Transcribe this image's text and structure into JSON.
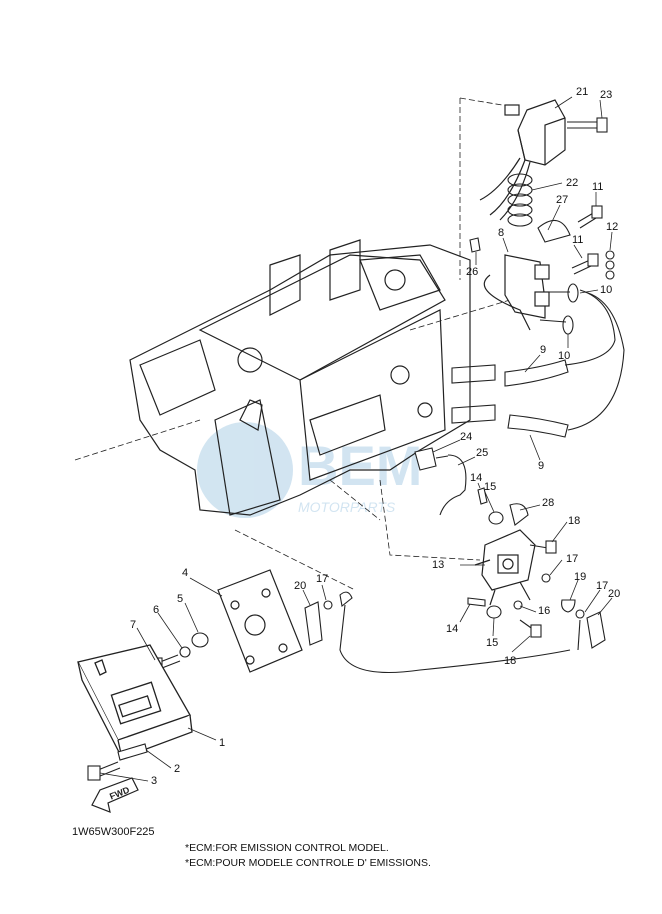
{
  "drawing_code": "1W65W300F225",
  "notes": [
    "*ECM:FOR EMISSION CONTROL MODEL.",
    "*ECM:POUR MODELE CONTROLE D' EMISSIONS."
  ],
  "fwd_label": "FWD",
  "watermark": {
    "brand": "BEM",
    "sub": "MOTORPARTS"
  },
  "callouts": {
    "c1": "1",
    "c2": "2",
    "c3": "3",
    "c4": "4",
    "c5": "5",
    "c6": "6",
    "c7": "7",
    "c8": "8",
    "c9a": "9",
    "c9b": "9",
    "c10a": "10",
    "c10b": "10",
    "c11a": "11",
    "c11b": "11",
    "c12": "12",
    "c13": "13",
    "c14a": "14",
    "c14b": "14",
    "c15a": "15",
    "c15b": "15",
    "c16": "16",
    "c17a": "17",
    "c17b": "17",
    "c17c": "17",
    "c17d": "17",
    "c18a": "18",
    "c18b": "18",
    "c19": "19",
    "c20a": "20",
    "c20b": "20",
    "c21": "21",
    "c22": "22",
    "c23": "23",
    "c24": "24",
    "c25": "25",
    "c26": "26",
    "c27": "27",
    "c28": "28"
  }
}
